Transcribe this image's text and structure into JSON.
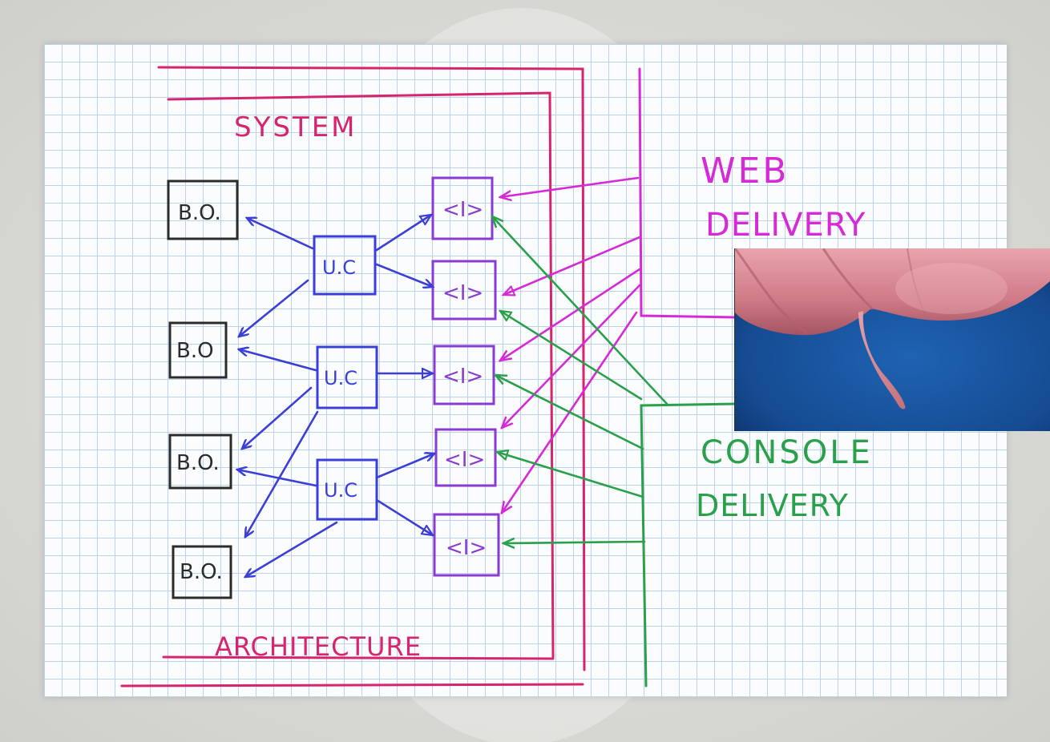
{
  "labels": {
    "system": "SYSTEM",
    "architecture": "ARCHITECTURE",
    "web_line1": "WEB",
    "web_line2": "DELIVERY",
    "console_line1": "CONSOLE",
    "console_line2": "DELIVERY"
  },
  "business_objects": [
    "B.O.",
    "B.O",
    "B.O.",
    "B.O."
  ],
  "use_cases": [
    "U.C",
    "U.C",
    "U.C"
  ],
  "interfaces": [
    "<I>",
    "<I>",
    "<I>",
    "<I>",
    "<I>"
  ],
  "colors": {
    "system_boundary": "#d6246e",
    "use_case_arrows": "#3b3fd6",
    "interfaces": "#8a3bd0",
    "web_delivery": "#d52bd6",
    "console_delivery": "#2aa04a",
    "business_objects": "#2b2b2b",
    "grid": "#bcd3e9"
  },
  "icons": {
    "inset": "anatomy-video-icon"
  }
}
